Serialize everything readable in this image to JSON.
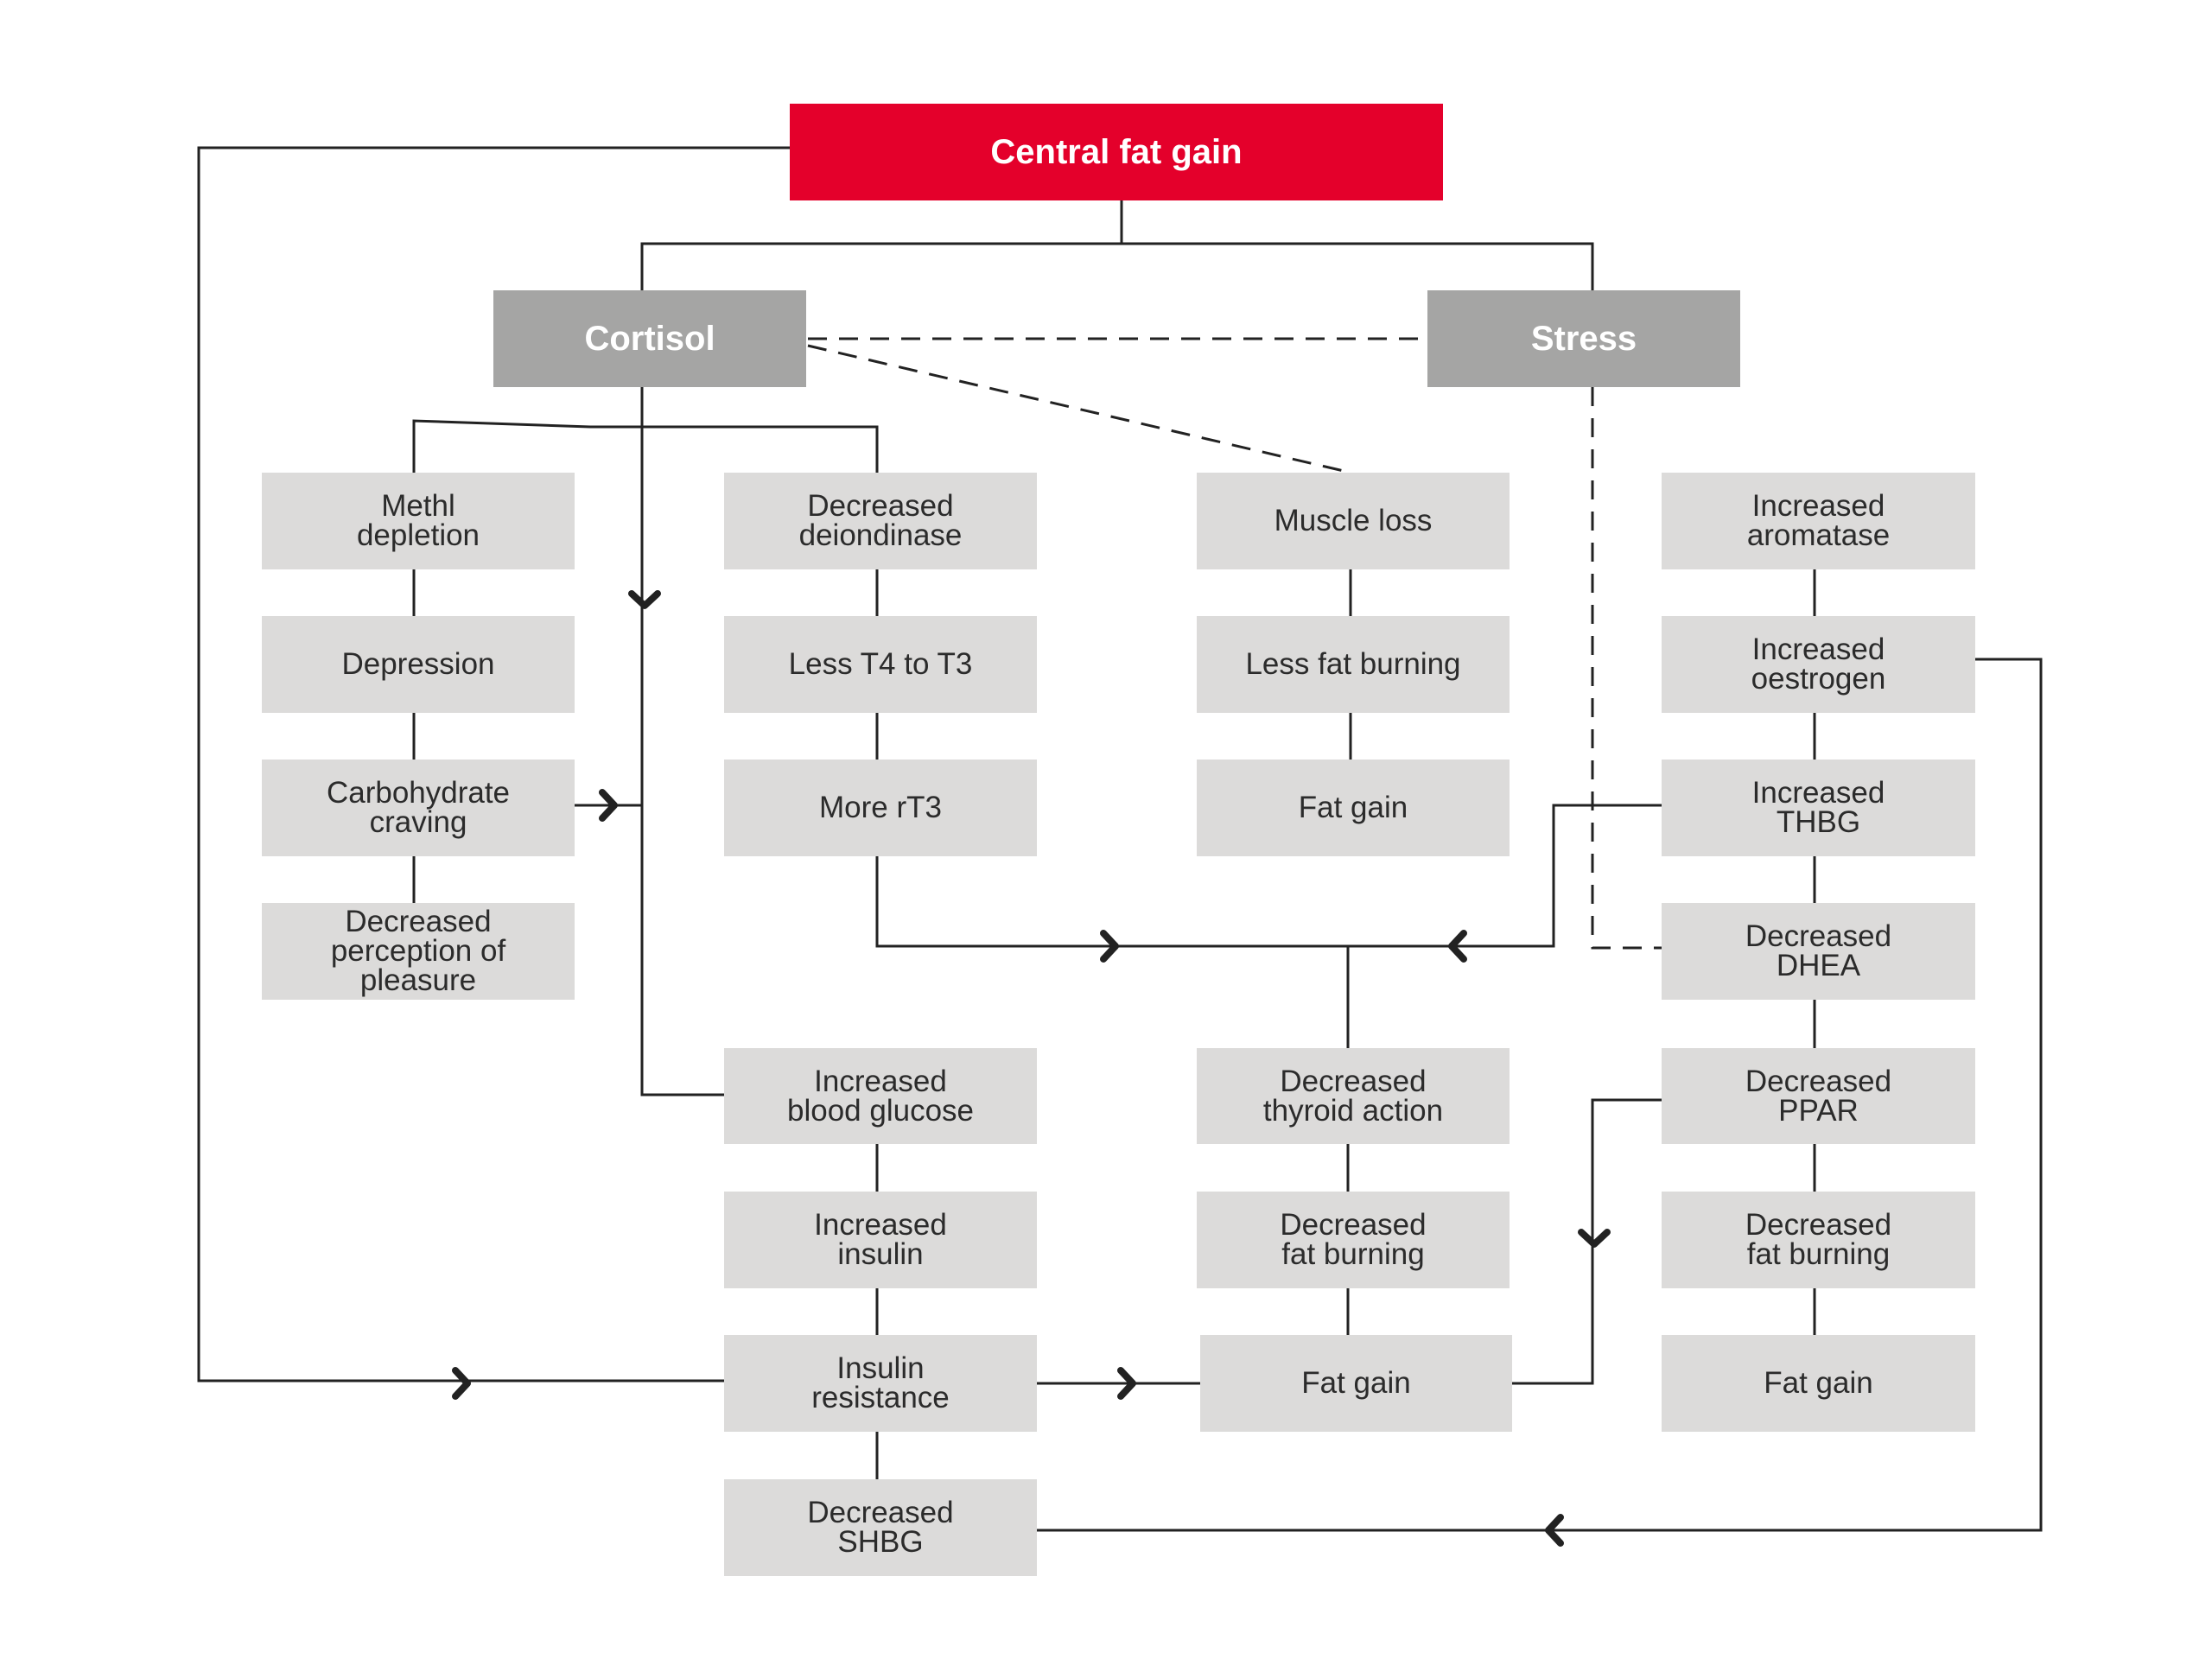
{
  "colors": {
    "accent": "#e4002b",
    "header": "#a5a5a4",
    "node": "#dcdbda",
    "line": "#222222"
  },
  "title": "Central fat gain",
  "headers": {
    "cortisol": "Cortisol",
    "stress": "Stress"
  },
  "nodes": {
    "methl_depletion": "Methl\ndepletion",
    "depression": "Depression",
    "carb_craving": "Carbohydrate\ncraving",
    "decreased_pleasure": "Decreased\nperception of\npleasure",
    "decreased_deiondinase": "Decreased\ndeiondinase",
    "less_t4_t3": "Less T4 to T3",
    "more_rt3": "More rT3",
    "increased_blood_glucose": "Increased\nblood glucose",
    "increased_insulin": "Increased\ninsulin",
    "insulin_resistance": "Insulin\nresistance",
    "decreased_shbg": "Decreased\nSHBG",
    "muscle_loss": "Muscle loss",
    "less_fat_burning": "Less fat burning",
    "fat_gain_1": "Fat gain",
    "decreased_thyroid": "Decreased\nthyroid action",
    "decreased_fat_burning_1": "Decreased\nfat burning",
    "fat_gain_2": "Fat gain",
    "increased_aromatase": "Increased\naromatase",
    "increased_oestrogen": "Increased\noestrogen",
    "increased_thbg": "Increased\nTHBG",
    "decreased_dhea": "Decreased\nDHEA",
    "decreased_ppar": "Decreased\nPPAR",
    "decreased_fat_burning_2": "Decreased\nfat burning",
    "fat_gain_3": "Fat gain"
  }
}
